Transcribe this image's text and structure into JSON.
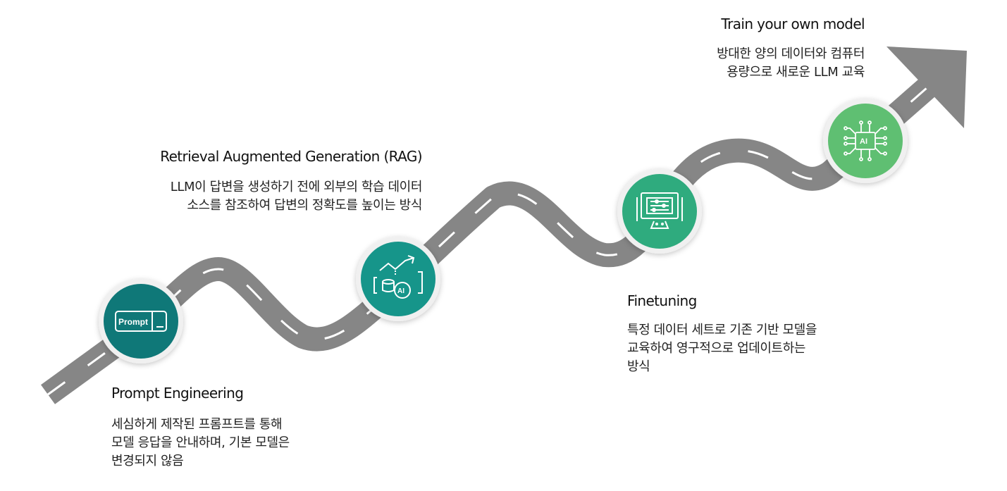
{
  "stages": [
    {
      "id": "prompt",
      "title": "Prompt Engineering",
      "description": "세심하게 제작된 프롬프트를 통해\n모델 응답을 안내하며, 기본 모델은\n변경되지 않음",
      "icon": "prompt-terminal-icon",
      "icon_text": "Prompt",
      "color": "#0f7878"
    },
    {
      "id": "rag",
      "title": "Retrieval Augmented Generation (RAG)",
      "description": "LLM이 답변을 생성하기 전에 외부의 학습 데이터\n소스를 참조하여 답변의 정확도를 높이는 방식",
      "icon": "ai-database-trend-icon",
      "icon_text": "AI",
      "color": "#16958a"
    },
    {
      "id": "finetuning",
      "title": "Finetuning",
      "description": "특정 데이터 세트로 기존 기반 모델을\n교육하여 영구적으로 업데이트하는\n방식",
      "icon": "monitor-sliders-icon",
      "color": "#2fab7e"
    },
    {
      "id": "train",
      "title": "Train your own model",
      "description": "방대한 양의 데이터와 컴퓨터\n용량으로 새로운 LLM 교육",
      "icon": "ai-chip-icon",
      "icon_text": "AI",
      "color": "#5fbf72"
    }
  ],
  "colors": {
    "road": "#868686",
    "road_lines": "#ffffff",
    "badge_ring": "#f0f0f0"
  }
}
